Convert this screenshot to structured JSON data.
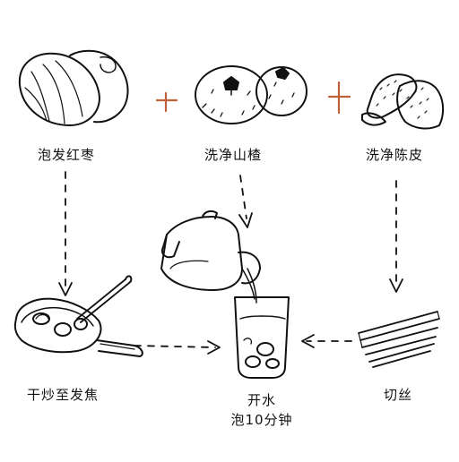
{
  "steps": {
    "soak_jujube": "泡发红枣",
    "wash_hawthorn": "洗净山楂",
    "wash_peel": "洗净陈皮",
    "dry_fry": "干炒至发焦",
    "shred": "切丝",
    "boil_water": "开水",
    "steep": "泡10分钟"
  },
  "plus_symbol": "+",
  "colors": {
    "ink": "#111111",
    "plus": "#c0603a",
    "background": "#ffffff"
  }
}
